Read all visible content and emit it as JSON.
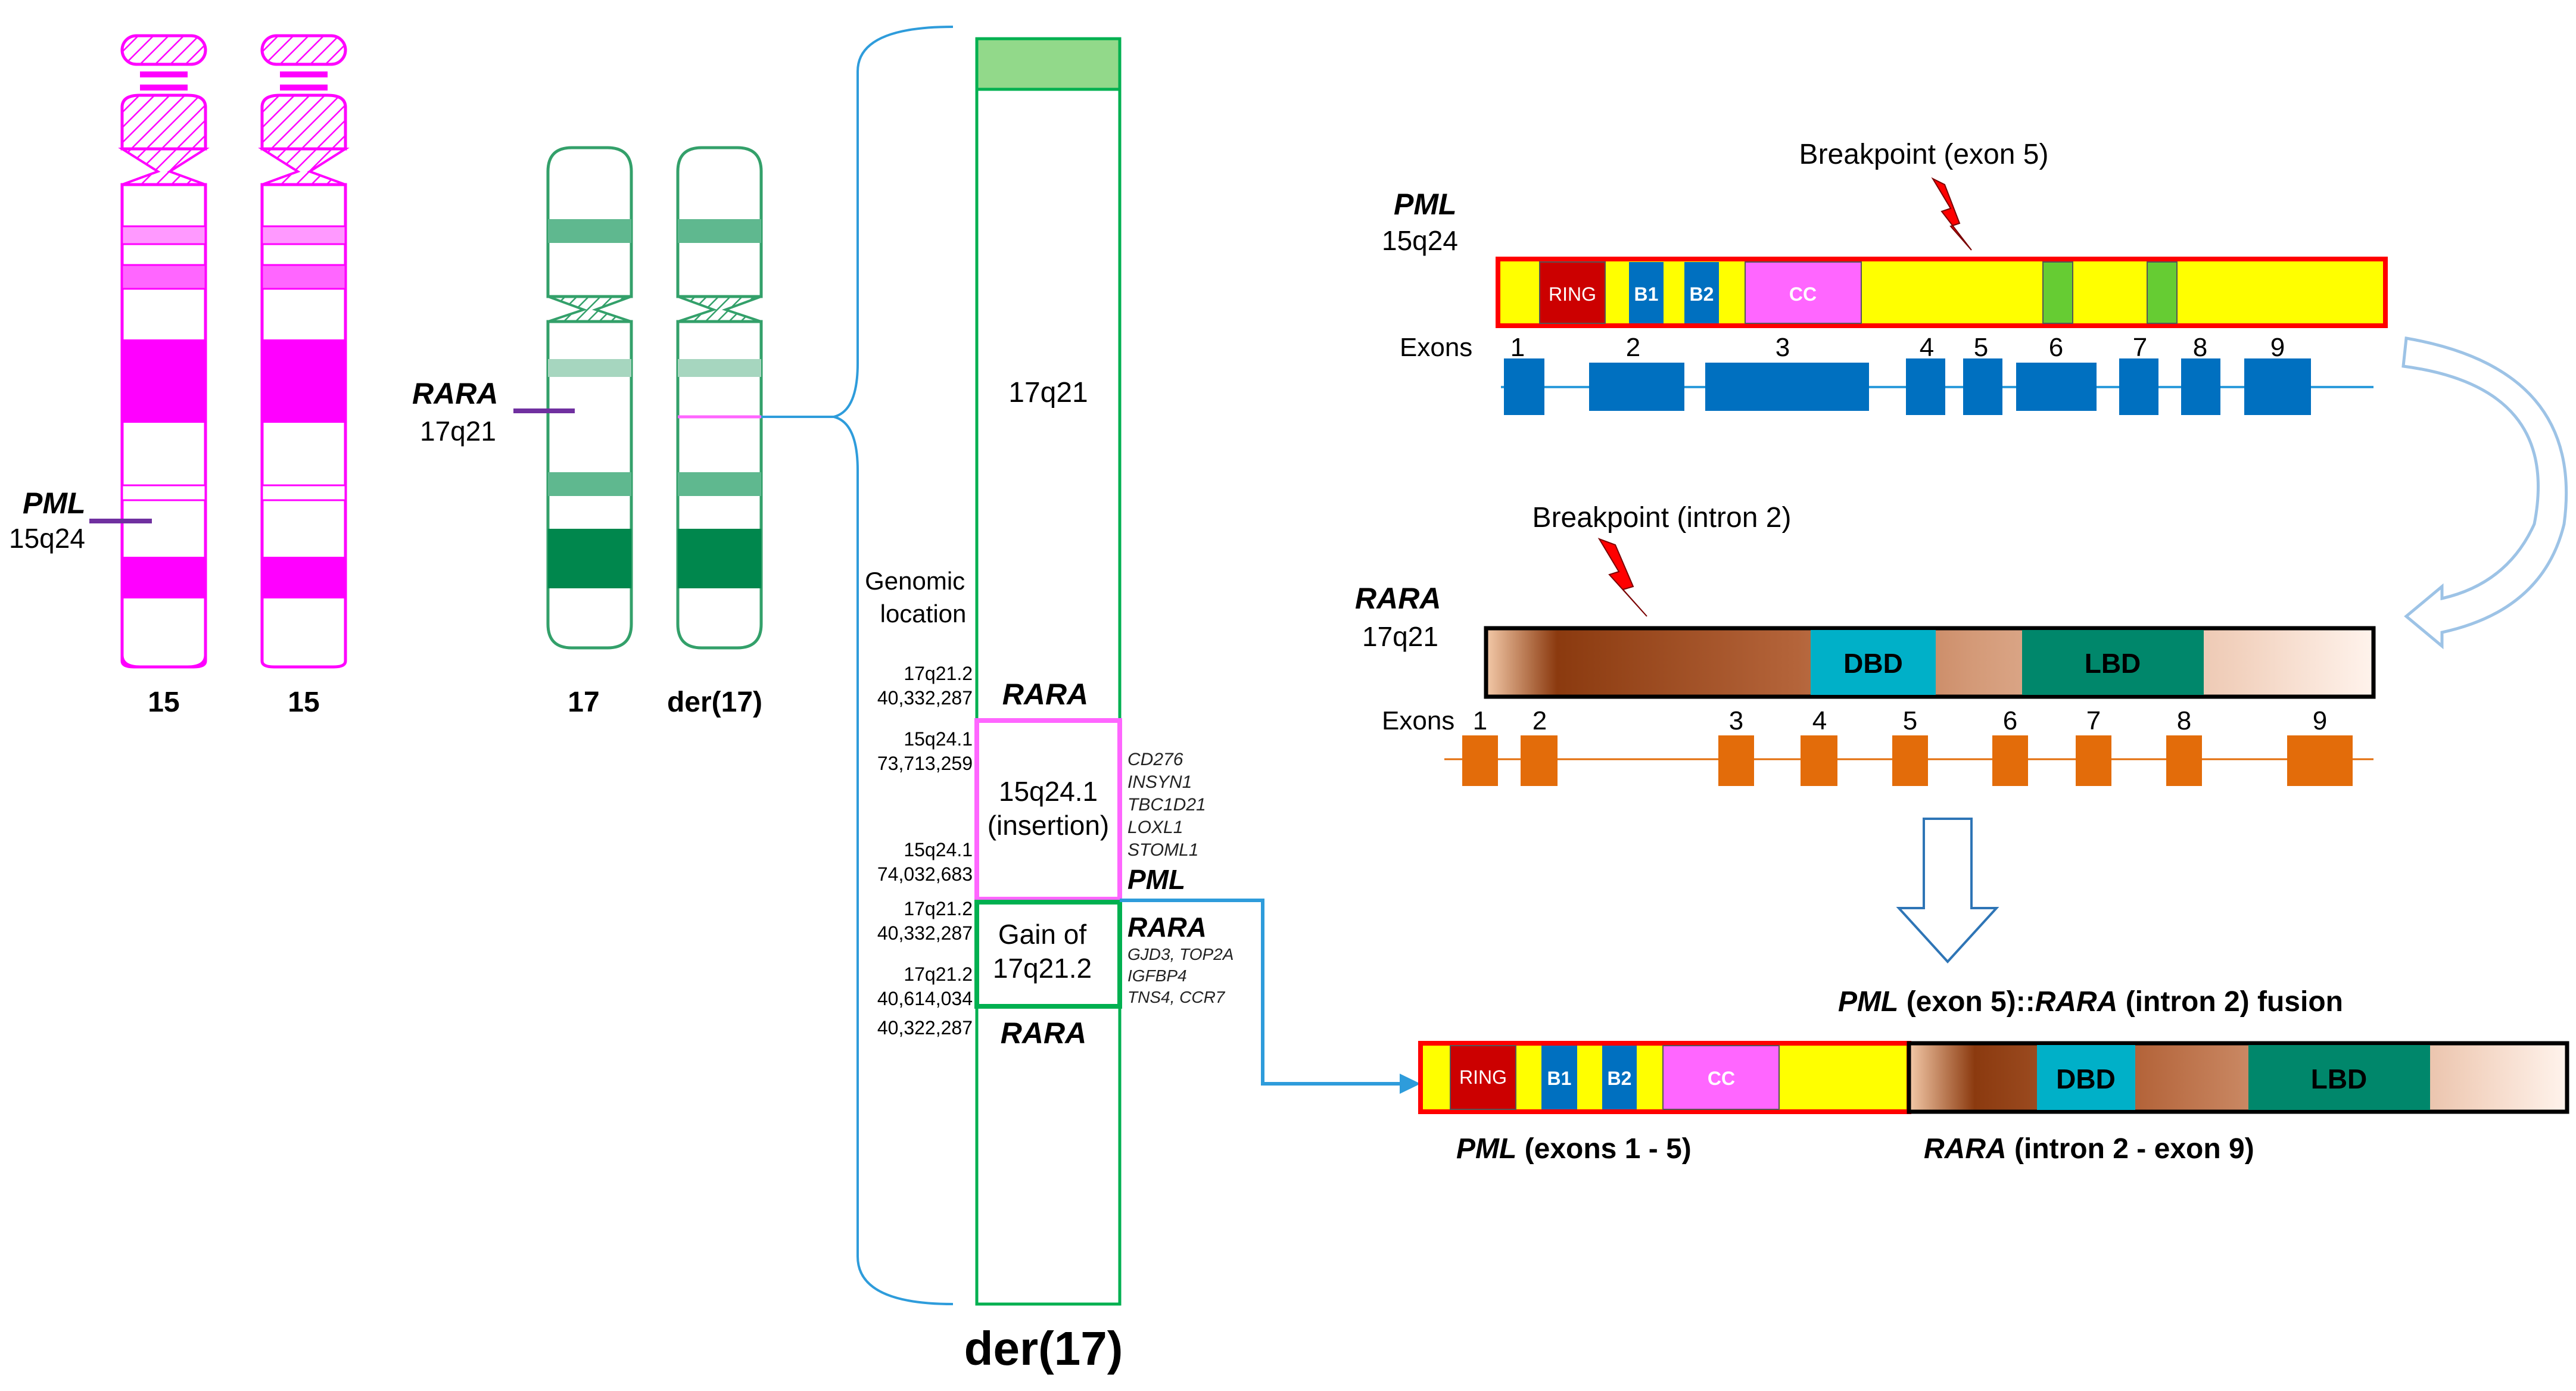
{
  "colors": {
    "magenta": "#ff00ff",
    "magenta_light": "#ff99ff",
    "green_dark": "#00874d",
    "green_mid": "#5fb88f",
    "green_light": "#a6d6bf",
    "green_outline": "#33a06a",
    "der_green": "#00b050",
    "der_green_top": "#92d98a",
    "der_pink": "#ff66ff",
    "purple": "#7030a0",
    "blue_line": "#2e9cdb",
    "yellow": "#ffff00",
    "red": "#ff0000",
    "ring_red": "#cc0000",
    "box_blue": "#0070c0",
    "cc_pink": "#ff66ff",
    "small_green": "#66cc33",
    "exon_blue": "#0070c0",
    "exon_orange": "#e36c0a",
    "dbd_cyan": "#00b0c8",
    "lbd_teal": "#00876b",
    "brown": "#8b3a0f",
    "arrow_light_blue": "#9dc3e6"
  },
  "chr15": {
    "gene_label": "PML",
    "band_label": "15q24",
    "labels": [
      "15",
      "15"
    ]
  },
  "chr17": {
    "gene_label": "RARA",
    "band_label": "17q21",
    "labels": [
      "17",
      "der(17)"
    ]
  },
  "der17": {
    "region_17q21": "17q21",
    "genomic_location_title": "Genomic\nlocation",
    "locations": [
      {
        "band": "17q21.2",
        "pos": "40,332,287"
      },
      {
        "band": "15q24.1",
        "pos": "73,713,259"
      },
      {
        "band": "15q24.1",
        "pos": "74,032,683"
      },
      {
        "band": "17q21.2",
        "pos": "40,332,287"
      },
      {
        "band": "17q21.2",
        "pos": "40,614,034"
      },
      {
        "pos": "40,322,287"
      }
    ],
    "insertion_label_1": "15q24.1",
    "insertion_label_2": "(insertion)",
    "gain_label_1": "Gain of",
    "gain_label_2": "17q21.2",
    "rara_top": "RARA",
    "rara_bottom": "RARA",
    "insertion_genes": [
      "CD276",
      "INSYN1",
      "TBC1D21",
      "LOXL1",
      "STOML1"
    ],
    "pml_label": "PML",
    "rara_right": "RARA",
    "gain_genes": [
      "GJD3, TOP2A",
      "IGFBP4",
      "TNS4, CCR7"
    ],
    "title": "der(17)"
  },
  "pml": {
    "gene": "PML",
    "band": "15q24",
    "breakpoint": "Breakpoint (exon 5)",
    "domains": [
      "RING",
      "B1",
      "B2",
      "CC"
    ],
    "exons_label": "Exons",
    "exon_numbers": [
      "1",
      "2",
      "3",
      "4",
      "5",
      "6",
      "7",
      "8",
      "9"
    ]
  },
  "rara": {
    "gene": "RARA",
    "band": "17q21",
    "breakpoint": "Breakpoint (intron 2)",
    "domains": [
      "DBD",
      "LBD"
    ],
    "exons_label": "Exons",
    "exon_numbers": [
      "1",
      "2",
      "3",
      "4",
      "5",
      "6",
      "7",
      "8",
      "9"
    ]
  },
  "fusion": {
    "title_gene1": "PML",
    "title_mid1": " (exon 5)::",
    "title_gene2": "RARA",
    "title_mid2": "  (intron 2) fusion",
    "domains": [
      "RING",
      "B1",
      "B2",
      "CC",
      "DBD",
      "LBD"
    ],
    "left_gene": "PML",
    "left_rest": " (exons 1 - 5)",
    "right_gene": "RARA",
    "right_rest": " (intron 2 - exon 9)"
  }
}
